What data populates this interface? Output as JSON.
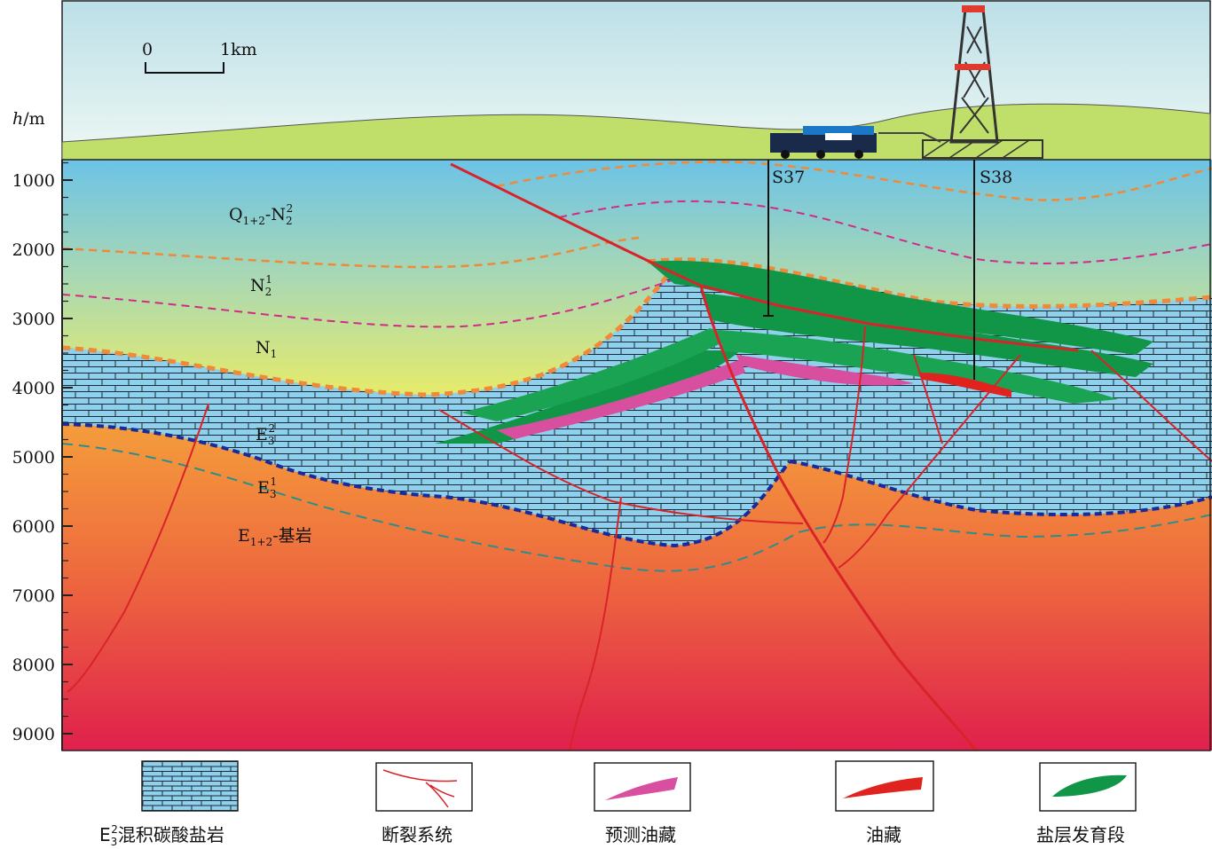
{
  "axis": {
    "ylabel_italic": "h",
    "ylabel_rest": "/m",
    "ticks": [
      "1000",
      "2000",
      "3000",
      "4000",
      "5000",
      "6000",
      "7000",
      "8000",
      "9000"
    ]
  },
  "scale_bar": {
    "zero": "0",
    "end": "1km"
  },
  "wells": {
    "s37": "S37",
    "s38": "S38"
  },
  "strata": {
    "q": {
      "main": "Q",
      "sub": "1+2",
      "mid": "-N",
      "sub2": "2",
      "sup2": "2"
    },
    "n2": {
      "main": "N",
      "sub": "2",
      "sup": "1"
    },
    "n1": {
      "main": "N",
      "sub": "1"
    },
    "e32": {
      "main": "E",
      "sub": "3",
      "sup": "2"
    },
    "e31": {
      "main": "E",
      "sub": "3",
      "sup": "1"
    },
    "e12": {
      "main": "E",
      "sub": "1+2",
      "rest": "-基岩"
    }
  },
  "legend": {
    "carbonate": {
      "main": "E",
      "sub": "3",
      "sup": "2",
      "rest": "混积碳酸盐岩"
    },
    "faults": "断裂系统",
    "predicted": "预测油藏",
    "oil": "油藏",
    "salt": "盐层发育段"
  },
  "colors": {
    "sky": "#cfe9ef",
    "hill": "#bfdf6a",
    "water": "#72c4e4",
    "carbonate": "#8fd0ec",
    "salt": "#119648",
    "oil": "#e0231e",
    "predicted": "#d94f9f",
    "fault": "#d9232b"
  }
}
